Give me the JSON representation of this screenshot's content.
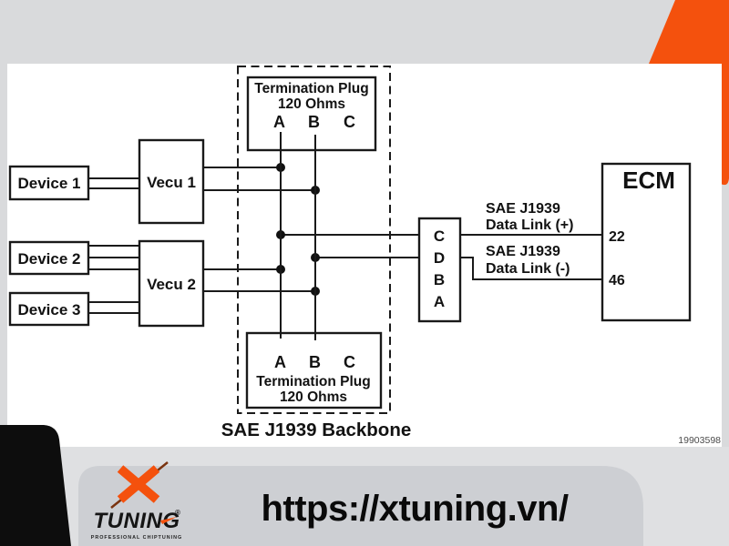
{
  "page": {
    "watermark": "19903598",
    "colors": {
      "accent_orange": "#F4510D",
      "background_gray": "#D9DADC",
      "footer_bar_gray": "#CDCFD3",
      "panel_white": "#FFFFFF",
      "shape_black": "#0D0D0D"
    },
    "footer": {
      "url": "https://xtuning.vn/",
      "brand": "TUNING",
      "brand_registered": "®",
      "brand_subtitle": "PROFESSIONAL CHIPTUNING"
    }
  },
  "diagram": {
    "title": "SAE J1939 Backbone",
    "devices": [
      "Device 1",
      "Device 2",
      "Device 3"
    ],
    "vecus": [
      "Vecu 1",
      "Vecu 2"
    ],
    "termination_top": {
      "line1": "Termination Plug",
      "line2": "120 Ohms",
      "pins": [
        "A",
        "B",
        "C"
      ]
    },
    "termination_bottom": {
      "line1": "Termination Plug",
      "line2": "120 Ohms",
      "pins": [
        "A",
        "B",
        "C"
      ]
    },
    "connector_pins": [
      "C",
      "D",
      "B",
      "A"
    ],
    "ecm": {
      "title": "ECM",
      "pin_plus": "22",
      "pin_minus": "46"
    },
    "labels": {
      "datalink_pos_l1": "SAE J1939",
      "datalink_pos_l2": "Data Link (+)",
      "datalink_neg_l1": "SAE J1939",
      "datalink_neg_l2": "Data Link (-)"
    }
  }
}
